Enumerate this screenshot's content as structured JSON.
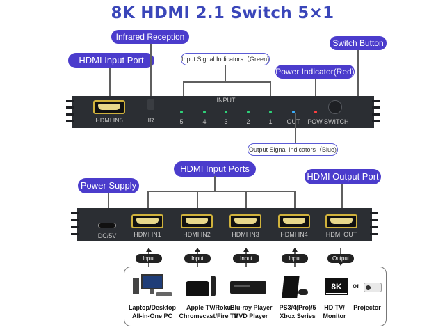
{
  "title": "8K HDMI 2.1 Switch 5×1",
  "callouts": {
    "infrared_reception": "Infrared Reception",
    "switch_button": "Switch Button",
    "hdmi_input_port": "HDMI Input Port",
    "input_signal_indicators": "Input Signal Indicators（Green)",
    "power_indicator": "Power Indicator(Red)",
    "output_signal_indicators": "Output Signal Indicators（Blue)",
    "hdmi_input_ports": "HDMI Input Ports",
    "power_supply": "Power Supply",
    "hdmi_output_port": "HDMI Output Port"
  },
  "front_panel": {
    "hdmi_in5": "HDMI IN5",
    "ir": "IR",
    "input_label": "INPUT",
    "input_numbers": [
      "5",
      "4",
      "3",
      "2",
      "1"
    ],
    "out": "OUT",
    "pow": "POW",
    "switch": "SWITCH"
  },
  "rear_panel": {
    "dc": "DC/5V",
    "ports": [
      "HDMI IN1",
      "HDMI IN2",
      "HDMI IN3",
      "HDMI IN4",
      "HDMI OUT"
    ]
  },
  "connectors": [
    "Input",
    "Input",
    "Input",
    "Input",
    "Output"
  ],
  "devices": [
    {
      "line1": "Laptop/Desktop",
      "line2": "All-in-One PC"
    },
    {
      "line1": "Apple TV/Roku",
      "line2": "Chromecast/Fire TV"
    },
    {
      "line1": "Blu-ray Player",
      "line2": "DVD Player"
    },
    {
      "line1": "PS3/4(Pro)/5",
      "line2": "Xbox Series"
    },
    {
      "line1": "HD TV/",
      "line2": "Monitor"
    },
    {
      "line1": "Projector",
      "line2": ""
    }
  ],
  "tv_badge": "8K",
  "or_text": "or",
  "colors": {
    "title": "#3a46b9",
    "pill": "#4b3ccc",
    "device": "#2b2e33",
    "led_green": "#2fd47a"
  }
}
